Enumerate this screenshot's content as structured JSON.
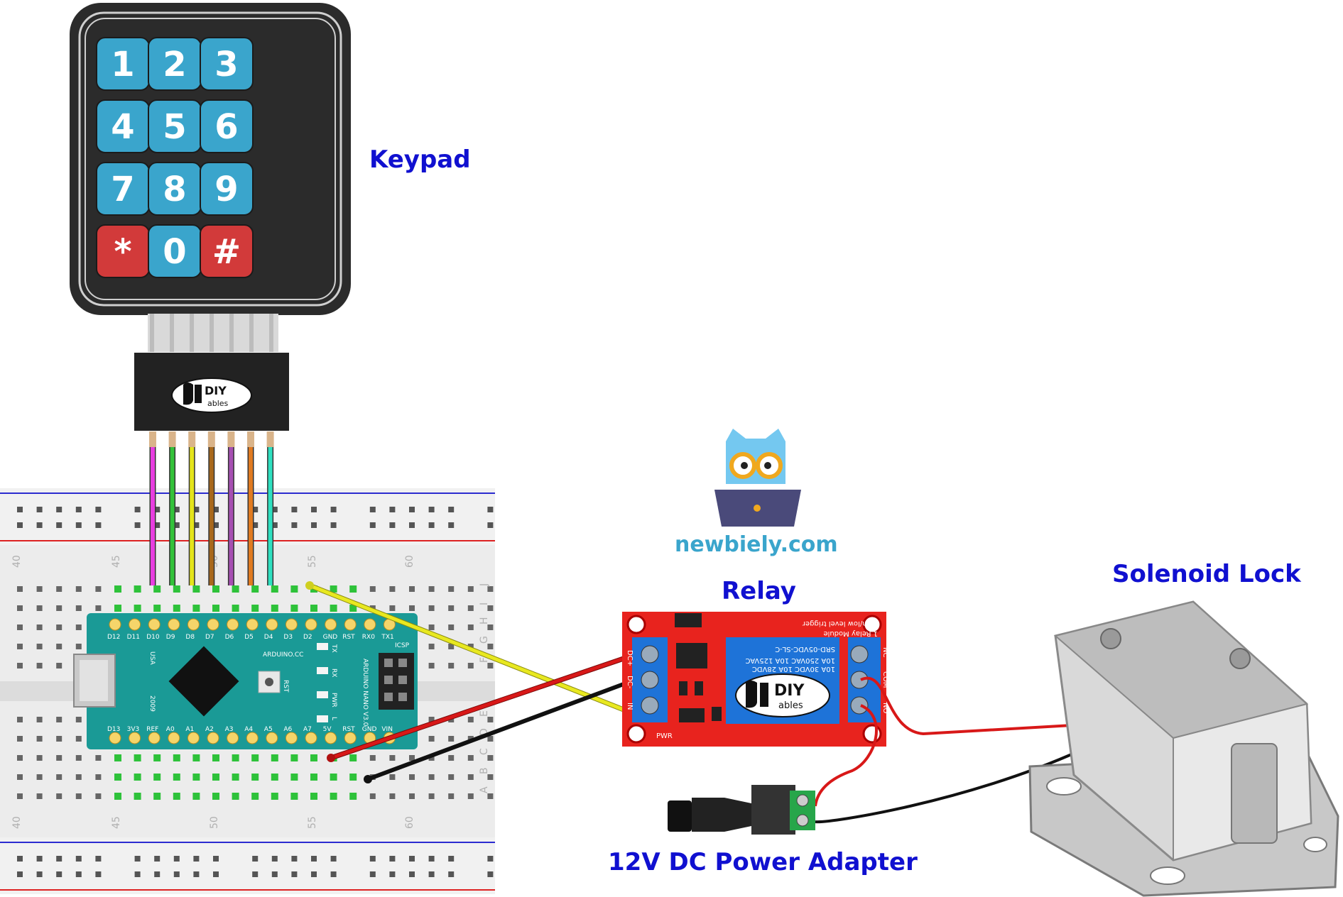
{
  "labels": {
    "keypad": "Keypad",
    "relay": "Relay",
    "solenoid": "Solenoid Lock",
    "power": "12V DC Power Adapter",
    "site": "newbiely.com"
  },
  "keypad": {
    "keys": [
      "1",
      "2",
      "3",
      "4",
      "5",
      "6",
      "7",
      "8",
      "9",
      "*",
      "0",
      "#"
    ],
    "brand_top": "DIY",
    "brand_bottom": "ables"
  },
  "breadboard": {
    "column_numbers": [
      "40",
      "45",
      "50",
      "55",
      "60"
    ],
    "row_letters": [
      "J",
      "I",
      "H",
      "G",
      "F",
      "E",
      "D",
      "C",
      "B",
      "A"
    ]
  },
  "arduino": {
    "top_pins": [
      "D12",
      "D11",
      "D10",
      "D9",
      "D8",
      "D7",
      "D6",
      "D5",
      "D4",
      "D3",
      "D2",
      "GND",
      "RST",
      "RX0",
      "TX1"
    ],
    "bottom_pins": [
      "D13",
      "3V3",
      "REF",
      "A0",
      "A1",
      "A2",
      "A3",
      "A4",
      "A5",
      "A6",
      "A7",
      "5V",
      "RST",
      "GND",
      "VIN"
    ],
    "name": "ARDUINO.CC",
    "model": "ARDUINO NANO V3.0",
    "origin": "USA",
    "year": "2009",
    "led_labels": [
      "TX",
      "RX",
      "PWR",
      "L"
    ],
    "icsp": "ICSP",
    "rst": "RST"
  },
  "relay": {
    "input_pins": [
      "DC+",
      "DC-",
      "IN"
    ],
    "output_pins": [
      "NC",
      "COM",
      "NO"
    ],
    "module_text": "1 Relay Module",
    "trigger_text": "high/low level trigger",
    "part_number": "SRD-05VDC-SL-C",
    "rating_1": "10A 250VAC 10A 125VAC",
    "rating_2": "10A 30VDC 10A 28VDC",
    "pwr_label": "PWR",
    "brand_top": "DIY",
    "brand_bottom": "ables"
  },
  "wire_colors": {
    "keypad": [
      "#e83ee0",
      "#33c23a",
      "#e4e41a",
      "#a8681c",
      "#a64fb2",
      "#e07a20",
      "#2ee0c0"
    ],
    "signal": "#e8e820",
    "power_pos": "#d81818",
    "ground": "#111111"
  },
  "colors": {
    "label_blue": "#1010d0",
    "key_blue": "#3aa5cc",
    "key_red": "#d23a3a",
    "nano_teal": "#1a9a96",
    "relay_red": "#e8231e",
    "relay_blue": "#1e73d8"
  }
}
